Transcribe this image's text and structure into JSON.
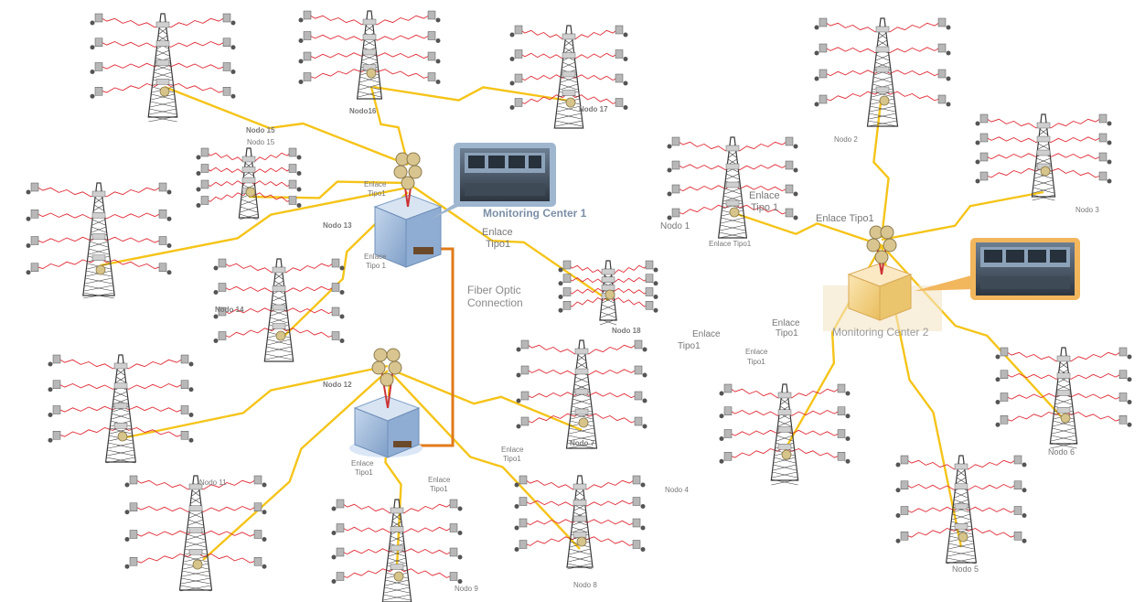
{
  "colors": {
    "link": "#f5c419",
    "fiber": "#e07b1b",
    "branch": "#e0303a",
    "tower": "#3a3a3a",
    "building_blue": "#9db8d9",
    "building_yellow": "#f0cf7e",
    "callout_blue": "#9fb6cf",
    "callout_orange": "#f2b65d",
    "label": "#777777"
  },
  "centers": {
    "mc1": {
      "label": "Monitoring Center 1"
    },
    "mc2": {
      "label": "Monitoring Center 2"
    }
  },
  "fiber": {
    "label_line1": "Fiber Optic",
    "label_line2": "Connection"
  },
  "nodes": {
    "n15a": "Nodo 15",
    "n15b": "Nodo 15",
    "n16": "Nodo16",
    "n17": "Nodo 17",
    "n13": "Nodo 13",
    "n14": "Nodo 14",
    "n18": "Nodo 18",
    "n12": "Nodo 12",
    "n11": "Nodo 11",
    "n9": "Nodo 9",
    "n8": "Nodo 8",
    "n4": "Nodo 4",
    "n7": "Nodo 7",
    "n1": "Nodo 1",
    "n2": "Nodo 2",
    "n3": "Nodo 3",
    "n5": "Nodo 5",
    "n6": "Nodo 6"
  },
  "links": {
    "e1": "Enlace",
    "e1b": "Tipo1",
    "e2": "Enlace",
    "e2b": "Tipo 1",
    "e3": "Enlace",
    "e3b": "Tipo1",
    "e4": "Enlace",
    "e4b": "Tipo1",
    "e5": "Enlace",
    "e5b": "Tipo1",
    "e6": "Enlace",
    "e6b": "Tipo1",
    "e7": "Enlace",
    "e7b": "Tipo1",
    "e8": "Enlace",
    "e8b": "Tipo 1",
    "e9": "Enlace Tipo1",
    "e10": "Enlace Tipo1",
    "e11": "Enlace",
    "e11b": "Tipo1",
    "e12": "Enlace",
    "e12b": "Tipo1"
  }
}
